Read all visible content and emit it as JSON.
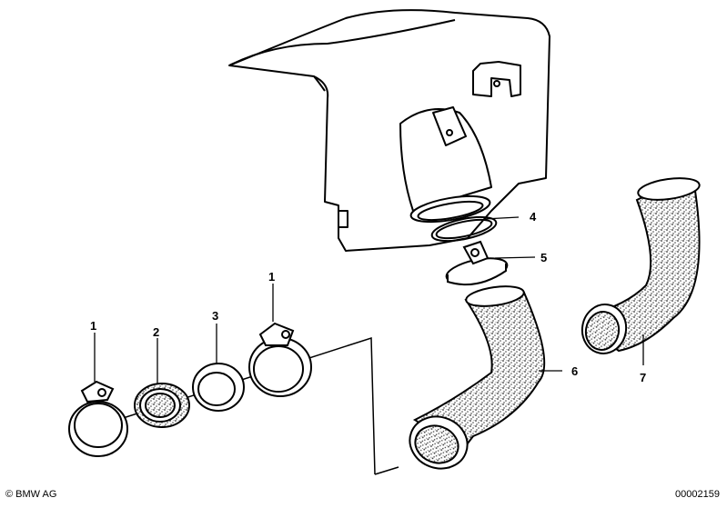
{
  "callouts": {
    "c1_left": "1",
    "c2": "2",
    "c3": "3",
    "c1_right": "1",
    "c4": "4",
    "c5": "5",
    "c6": "6",
    "c7": "7"
  },
  "footer": {
    "copyright": "© BMW AG",
    "doc_number": "00002159"
  }
}
